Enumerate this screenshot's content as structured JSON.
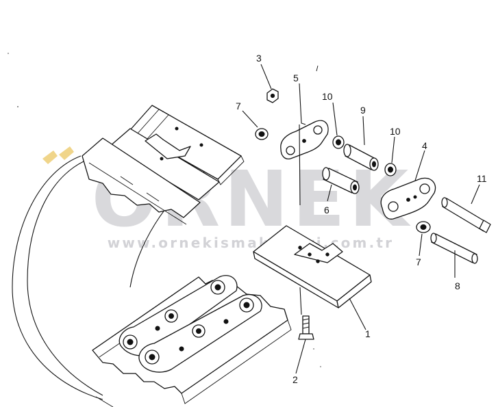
{
  "watermark": {
    "brand": "ÖRNEK",
    "url": "www.ornekismakinlari.com.tr",
    "color": "#d9d9dc",
    "accent": "#f0d58a"
  },
  "callouts": [
    {
      "id": "c1",
      "text": "1"
    },
    {
      "id": "c2",
      "text": "2"
    },
    {
      "id": "c3",
      "text": "3"
    },
    {
      "id": "c5",
      "text": "5"
    },
    {
      "id": "c7a",
      "text": "7"
    },
    {
      "id": "c10a",
      "text": "10"
    },
    {
      "id": "c9",
      "text": "9"
    },
    {
      "id": "c10b",
      "text": "10"
    },
    {
      "id": "c4",
      "text": "4"
    },
    {
      "id": "c6",
      "text": "6"
    },
    {
      "id": "c11",
      "text": "11"
    },
    {
      "id": "c7b",
      "text": "7"
    },
    {
      "id": "c8",
      "text": "8"
    }
  ]
}
